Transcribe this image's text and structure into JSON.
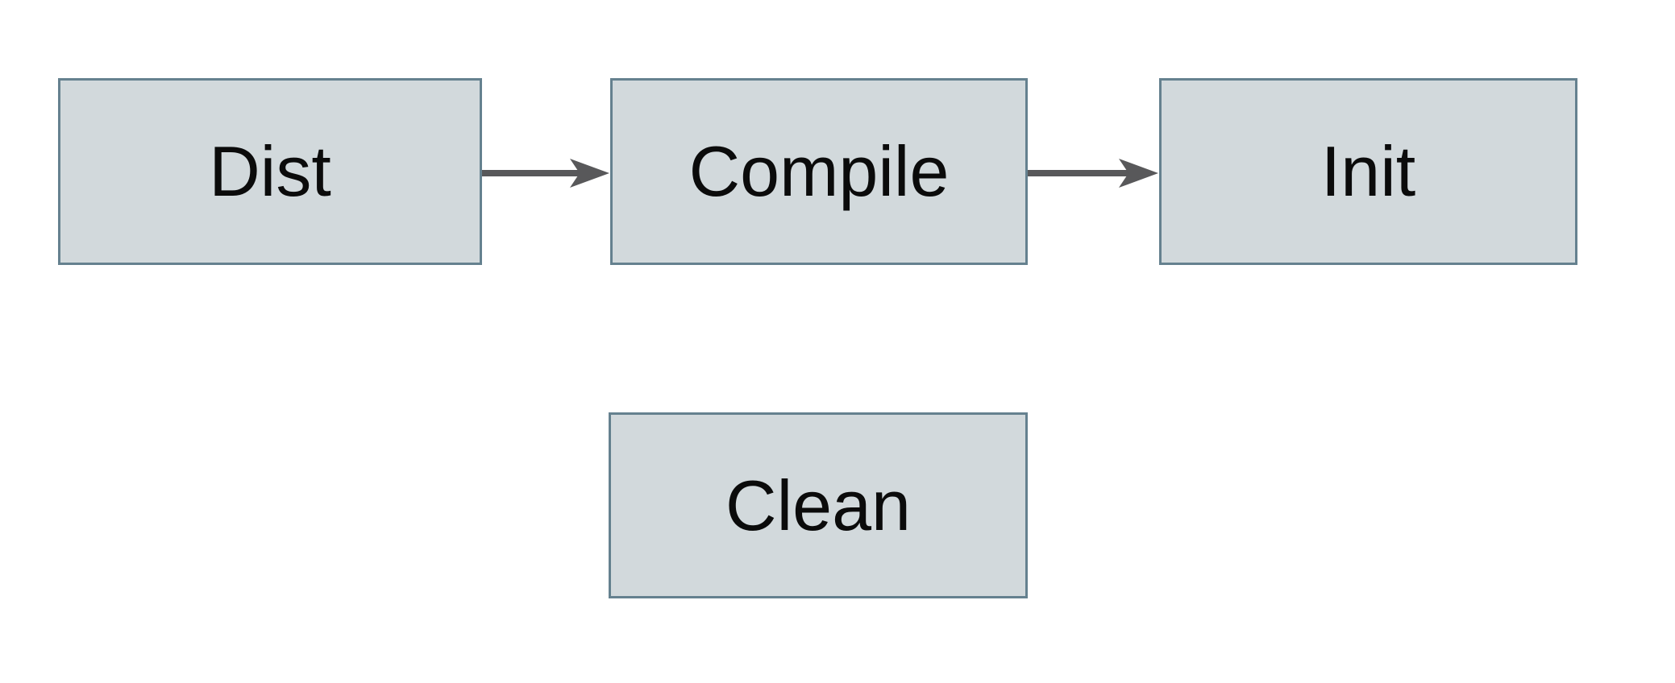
{
  "diagram": {
    "title": "build-targets-flowchart",
    "nodes": [
      {
        "id": "dist",
        "label": "Dist"
      },
      {
        "id": "compile",
        "label": "Compile"
      },
      {
        "id": "init",
        "label": "Init"
      },
      {
        "id": "clean",
        "label": "Clean"
      }
    ],
    "edges": [
      {
        "from": "Dist",
        "to": "Compile",
        "direction": "right"
      },
      {
        "from": "Compile",
        "to": "Init",
        "direction": "right"
      }
    ]
  },
  "colors": {
    "background": "#ffffff",
    "node_fill": "#d2d9dc",
    "node_border": "#65818f",
    "arrow": "#58585a",
    "text": "#0b0b0b"
  }
}
